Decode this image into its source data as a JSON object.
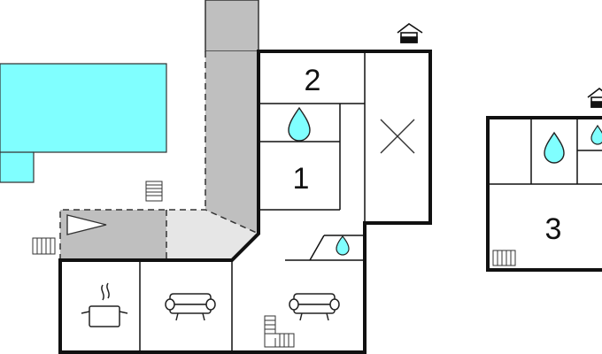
{
  "floorplan": {
    "rooms": [
      {
        "label": "2"
      },
      {
        "label": "1"
      },
      {
        "label": "3"
      }
    ],
    "icons": [
      "pool-shape",
      "entrance-arrow-icon",
      "staircase-icon",
      "house-entrance-icon",
      "water-drop-icon",
      "x-mark-icon",
      "cooking-pot-icon",
      "sofa-icon"
    ],
    "colors": {
      "pool": "#80FFFF",
      "terrace": "#BFBFBF",
      "terrace_light": "#E6E6E6",
      "water_drop": "#80FFFF",
      "wall": "#111111"
    }
  }
}
